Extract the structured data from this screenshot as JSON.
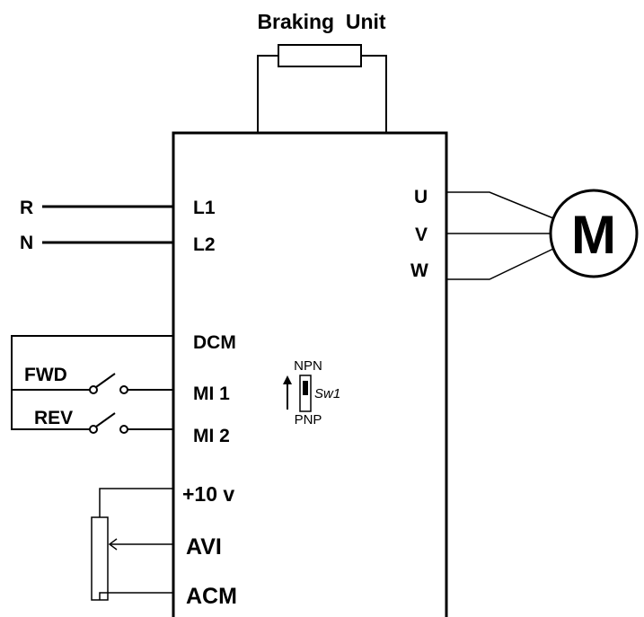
{
  "braking_unit": {
    "label": "Braking  Unit"
  },
  "inputs": {
    "r": "R",
    "n": "N",
    "fwd": "FWD",
    "rev": "REV"
  },
  "terminals": {
    "l1": "L1",
    "l2": "L2",
    "u": "U",
    "v": "V",
    "w": "W",
    "dcm": "DCM",
    "mi1": "MI 1",
    "mi2": "MI 2",
    "plus10v": "+10 v",
    "avi": "AVI",
    "acm": "ACM"
  },
  "motor": {
    "label": "M"
  },
  "switch": {
    "top": "NPN",
    "bottom": "PNP",
    "name": "Sw1"
  }
}
